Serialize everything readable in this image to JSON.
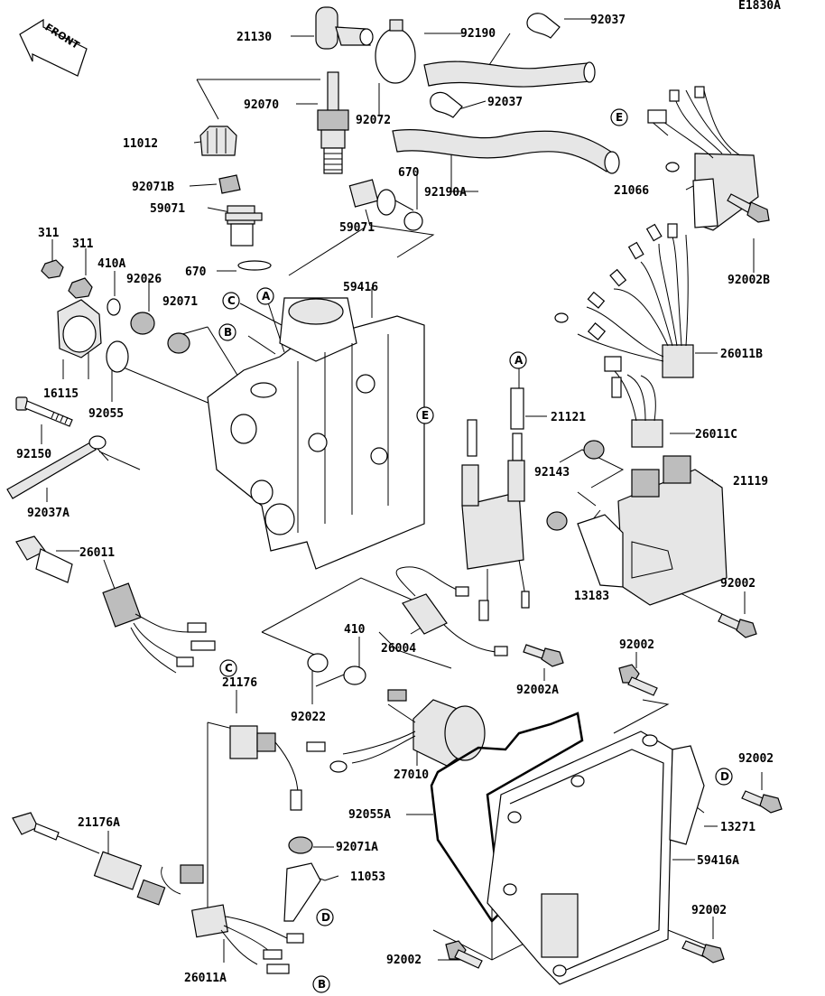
{
  "diagram": {
    "code": "E1830A",
    "front_label": "FRONT",
    "parts": [
      {
        "id": "p21130",
        "number": "21130"
      },
      {
        "id": "p92190",
        "number": "92190"
      },
      {
        "id": "p92037_top",
        "number": "92037"
      },
      {
        "id": "p92070",
        "number": "92070"
      },
      {
        "id": "p92072",
        "number": "92072"
      },
      {
        "id": "p92037_mid",
        "number": "92037"
      },
      {
        "id": "p11012",
        "number": "11012"
      },
      {
        "id": "p670_top",
        "number": "670"
      },
      {
        "id": "p92071B",
        "number": "92071B"
      },
      {
        "id": "p92190A",
        "number": "92190A"
      },
      {
        "id": "p21066",
        "number": "21066"
      },
      {
        "id": "p59071_left",
        "number": "59071"
      },
      {
        "id": "p59071_mid",
        "number": "59071"
      },
      {
        "id": "p92002B",
        "number": "92002B"
      },
      {
        "id": "p311_a",
        "number": "311"
      },
      {
        "id": "p311_b",
        "number": "311"
      },
      {
        "id": "p410A",
        "number": "410A"
      },
      {
        "id": "p92026",
        "number": "92026"
      },
      {
        "id": "p670_left",
        "number": "670"
      },
      {
        "id": "p59416",
        "number": "59416"
      },
      {
        "id": "p92071",
        "number": "92071"
      },
      {
        "id": "p26011B",
        "number": "26011B"
      },
      {
        "id": "p16115",
        "number": "16115"
      },
      {
        "id": "p92055",
        "number": "92055"
      },
      {
        "id": "p21121",
        "number": "21121"
      },
      {
        "id": "p92150",
        "number": "92150"
      },
      {
        "id": "p26011C",
        "number": "26011C"
      },
      {
        "id": "p92143",
        "number": "92143"
      },
      {
        "id": "p21119",
        "number": "21119"
      },
      {
        "id": "p92037A",
        "number": "92037A"
      },
      {
        "id": "p26011",
        "number": "26011"
      },
      {
        "id": "p92002_r1",
        "number": "92002"
      },
      {
        "id": "p13183",
        "number": "13183"
      },
      {
        "id": "p410",
        "number": "410"
      },
      {
        "id": "p26004",
        "number": "26004"
      },
      {
        "id": "p92002_c",
        "number": "92002"
      },
      {
        "id": "p21176",
        "number": "21176"
      },
      {
        "id": "p92002A",
        "number": "92002A"
      },
      {
        "id": "p92022",
        "number": "92022"
      },
      {
        "id": "p92002_r2",
        "number": "92002"
      },
      {
        "id": "p27010",
        "number": "27010"
      },
      {
        "id": "p92055A",
        "number": "92055A"
      },
      {
        "id": "p13271",
        "number": "13271"
      },
      {
        "id": "p21176A",
        "number": "21176A"
      },
      {
        "id": "p92071A",
        "number": "92071A"
      },
      {
        "id": "p59416A",
        "number": "59416A"
      },
      {
        "id": "p11053",
        "number": "11053"
      },
      {
        "id": "p92002_r3",
        "number": "92002"
      },
      {
        "id": "p92002_bl",
        "number": "92002"
      },
      {
        "id": "p26011A",
        "number": "26011A"
      }
    ],
    "callouts": [
      {
        "id": "cA_top",
        "letter": "A"
      },
      {
        "id": "cC_top",
        "letter": "C"
      },
      {
        "id": "cB_top",
        "letter": "B"
      },
      {
        "id": "cE_top",
        "letter": "E"
      },
      {
        "id": "cE_mid",
        "letter": "E"
      },
      {
        "id": "cA_mid",
        "letter": "A"
      },
      {
        "id": "cC_bot",
        "letter": "C"
      },
      {
        "id": "cD_right",
        "letter": "D"
      },
      {
        "id": "cD_bot",
        "letter": "D"
      },
      {
        "id": "cB_bot",
        "letter": "B"
      }
    ]
  }
}
